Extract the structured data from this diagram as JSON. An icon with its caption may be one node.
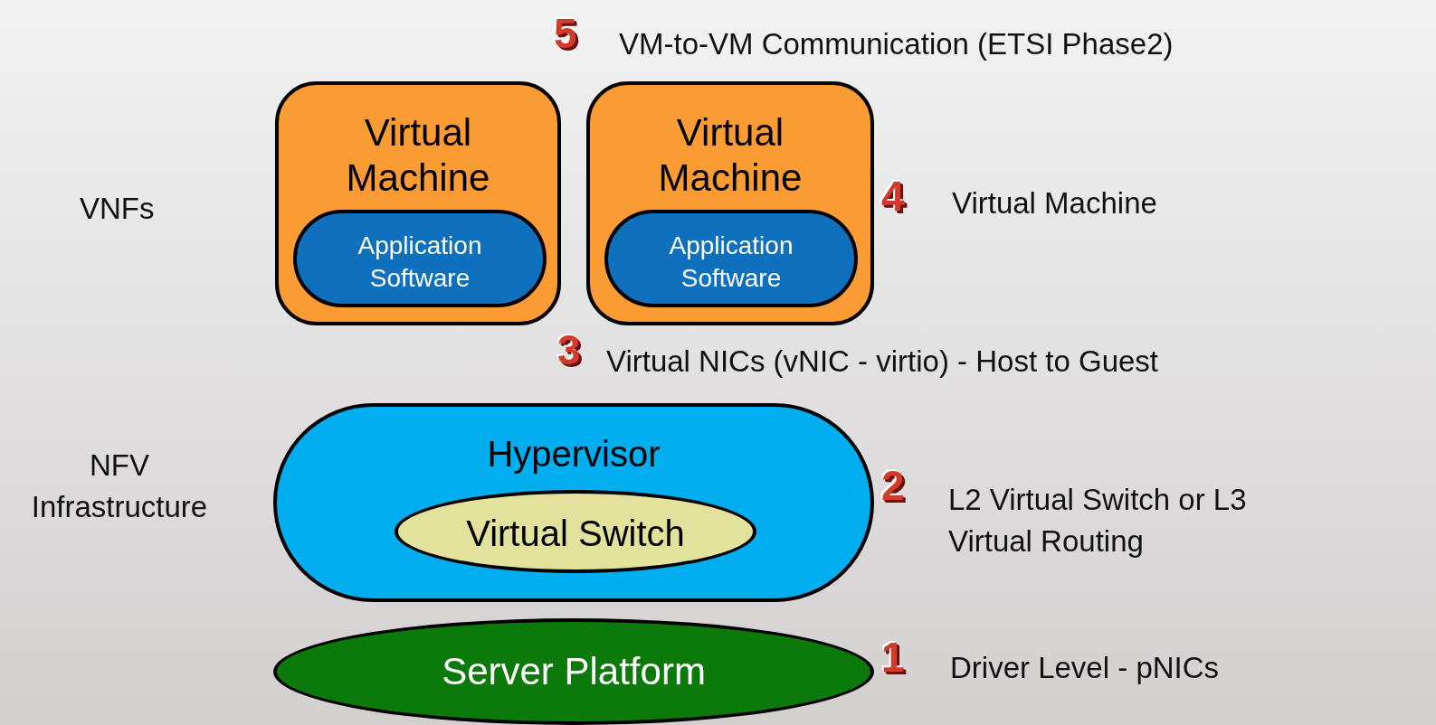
{
  "diagram": {
    "nodes": [
      {
        "text": [
          "Virtual Machine"
        ]
      },
      {
        "text": [
          "Application Software"
        ],
        "in": 0
      },
      {
        "text": [
          "Virtual Machine"
        ]
      },
      {
        "text": [
          "Application Software"
        ],
        "in": 2
      },
      {
        "text": [
          "Hypervisor"
        ]
      },
      {
        "text": [
          "Virtual Switch"
        ],
        "in": 4
      },
      {
        "text": [
          "Server Platform"
        ]
      }
    ],
    "edges": [],
    "labels": [
      "5",
      "VM-to-VM Communication (ETSI Phase2)",
      "VNFs",
      "4",
      "Virtual Machine",
      "3",
      "Virtual NICs (vNIC - virtio) - Host to Guest",
      "NFV Infrastructure",
      "2",
      "L2 Virtual Switch or L3 Virtual Routing",
      "1",
      "Driver Level - pNICs"
    ]
  }
}
